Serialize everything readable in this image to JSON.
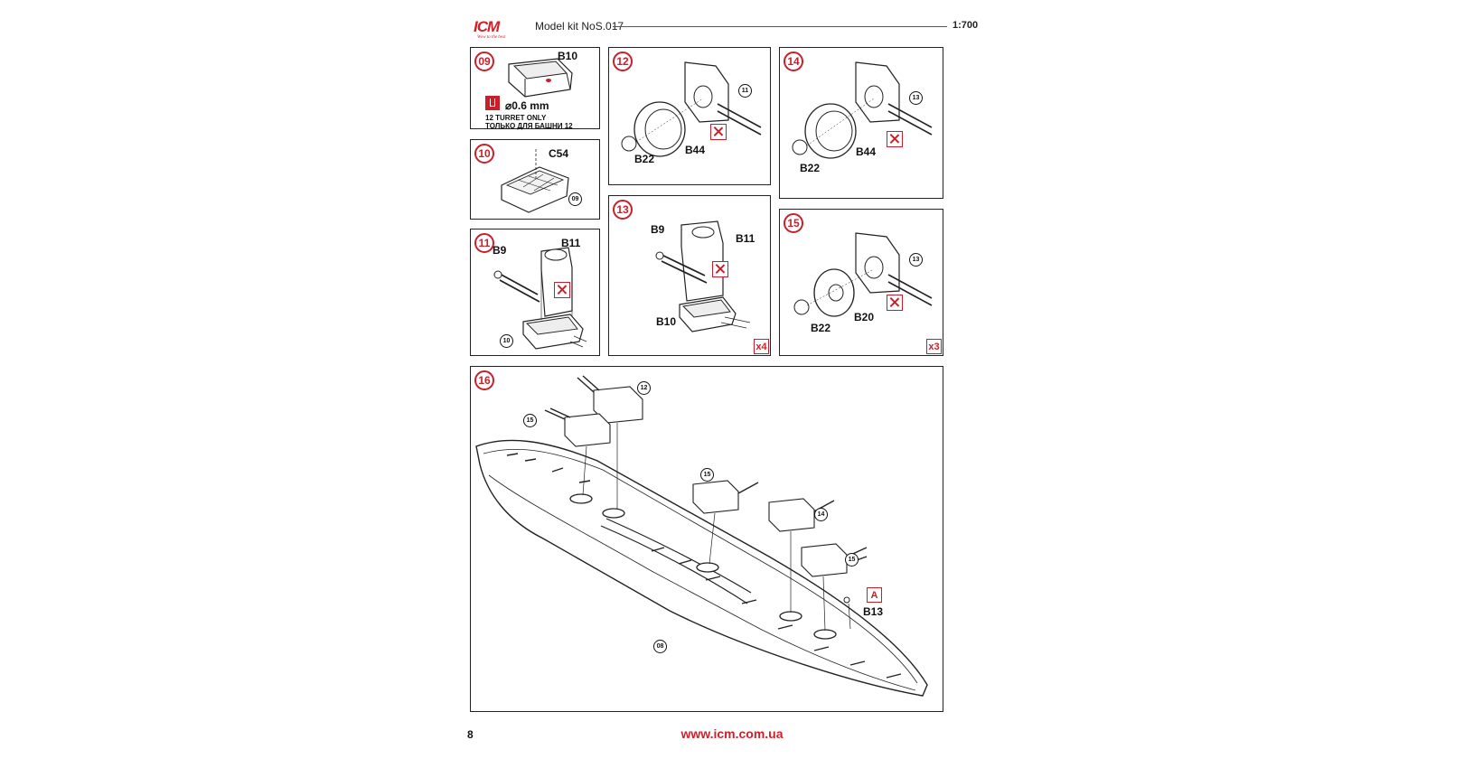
{
  "header": {
    "logo_text": "ICM",
    "logo_tagline": "Wow to the best",
    "title": "Model kit NoS.017",
    "scale": "1:700"
  },
  "panels": {
    "p09": {
      "step": "09",
      "part": "B10",
      "drill_size": "⌀0.6 mm",
      "note_en": "12 TURRET ONLY",
      "note_ru": "ТОЛЬКО ДЛЯ БАШНИ 12"
    },
    "p10": {
      "step": "10",
      "part": "C54",
      "ref": "09"
    },
    "p11": {
      "step": "11",
      "part_a": "B9",
      "part_b": "B11",
      "ref": "10"
    },
    "p12": {
      "step": "12",
      "part_a": "B22",
      "part_b": "B44",
      "ref": "11"
    },
    "p13": {
      "step": "13",
      "part_a": "B9",
      "part_b": "B11",
      "part_c": "B10",
      "qty": "x4"
    },
    "p14": {
      "step": "14",
      "part_a": "B22",
      "part_b": "B44",
      "ref": "13"
    },
    "p15": {
      "step": "15",
      "part_a": "B22",
      "part_b": "B20",
      "ref": "13",
      "qty": "x3"
    },
    "p16": {
      "step": "16",
      "ref_a": "12",
      "ref_b": "15",
      "ref_c": "15",
      "ref_d": "14",
      "ref_e": "15",
      "ref_hull": "08",
      "marker": "A",
      "part": "B13"
    }
  },
  "footer": {
    "page_number": "8",
    "url": "www.icm.com.ua"
  },
  "colors": {
    "accent": "#c8202a",
    "line": "#222222"
  }
}
